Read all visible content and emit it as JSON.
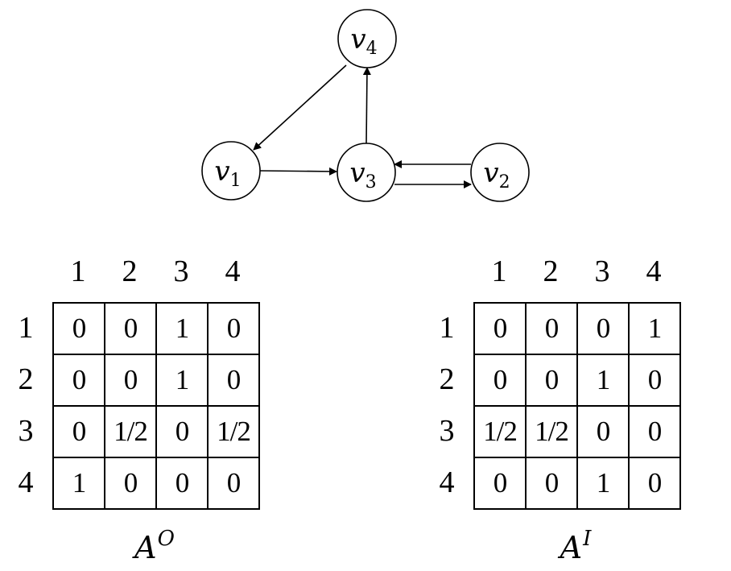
{
  "graph": {
    "nodes": [
      {
        "id": "v4",
        "base": "v",
        "sub": "4"
      },
      {
        "id": "v1",
        "base": "v",
        "sub": "1"
      },
      {
        "id": "v3",
        "base": "v",
        "sub": "3"
      },
      {
        "id": "v2",
        "base": "v",
        "sub": "2"
      }
    ],
    "edges": [
      {
        "from": "v4",
        "to": "v1"
      },
      {
        "from": "v1",
        "to": "v3"
      },
      {
        "from": "v3",
        "to": "v4"
      },
      {
        "from": "v2",
        "to": "v3"
      },
      {
        "from": "v3",
        "to": "v2"
      }
    ]
  },
  "matrices": {
    "out": {
      "label": "A",
      "superscript": "O",
      "col_headers": [
        "1",
        "2",
        "3",
        "4"
      ],
      "row_headers": [
        "1",
        "2",
        "3",
        "4"
      ],
      "cells": [
        [
          "0",
          "0",
          "1",
          "0"
        ],
        [
          "0",
          "0",
          "1",
          "0"
        ],
        [
          "0",
          "1/2",
          "0",
          "1/2"
        ],
        [
          "1",
          "0",
          "0",
          "0"
        ]
      ]
    },
    "in": {
      "label": "A",
      "superscript": "I",
      "col_headers": [
        "1",
        "2",
        "3",
        "4"
      ],
      "row_headers": [
        "1",
        "2",
        "3",
        "4"
      ],
      "cells": [
        [
          "0",
          "0",
          "0",
          "1"
        ],
        [
          "0",
          "0",
          "1",
          "0"
        ],
        [
          "1/2",
          "1/2",
          "0",
          "0"
        ],
        [
          "0",
          "0",
          "1",
          "0"
        ]
      ]
    }
  }
}
